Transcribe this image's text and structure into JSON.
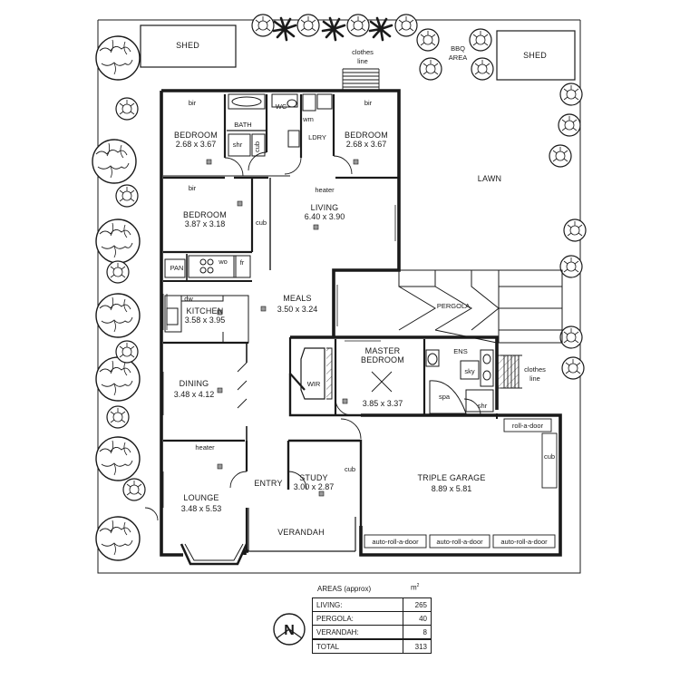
{
  "labels": {
    "shed_left": "SHED",
    "shed_right": "SHED",
    "bbq_line1": "BBQ",
    "bbq_line2": "AREA",
    "clothes_line_top_1": "clothes",
    "clothes_line_top_2": "line",
    "clothes_line_side_1": "clothes",
    "clothes_line_side_2": "line",
    "lawn": "LAWN",
    "pergola": "PERGOLA",
    "verandah": "VERANDAH",
    "entry": "ENTRY",
    "bir": "bir",
    "wc": "WC",
    "wm": "wm",
    "shr": "shr",
    "cub": "cub",
    "heater": "heater",
    "pan": "PAN",
    "wo": "wo",
    "fr": "fr",
    "dw": "dw",
    "wir": "WIR",
    "ens": "ENS",
    "sky": "sky",
    "spa": "spa",
    "roll_a_door": "roll-a-door",
    "auto_roll_a_door": "auto-roll-a-door"
  },
  "rooms": {
    "bedroom1": {
      "name": "BEDROOM",
      "dims": "2.68 x 3.67"
    },
    "bath": {
      "name": "BATH"
    },
    "ldry": {
      "name": "LDRY"
    },
    "bedroom2": {
      "name": "BEDROOM",
      "dims": "2.68 x 3.67"
    },
    "bedroom3": {
      "name": "BEDROOM",
      "dims": "3.87 x 3.18"
    },
    "living": {
      "name": "LIVING",
      "dims": "6.40 x 3.90"
    },
    "kitchen": {
      "name": "KITCHEN",
      "dims": "3.58 x 3.95"
    },
    "meals": {
      "name": "MEALS",
      "dims": "3.50 x 3.24"
    },
    "master": {
      "name_line1": "MASTER",
      "name_line2": "BEDROOM",
      "dims": "3.85 x 3.37"
    },
    "dining": {
      "name": "DINING",
      "dims": "3.48 x 4.12"
    },
    "lounge": {
      "name": "LOUNGE",
      "dims": "3.48 x 5.53"
    },
    "study": {
      "name": "STUDY",
      "dims": "3.00 x 2.87"
    },
    "garage": {
      "name": "TRIPLE GARAGE",
      "dims": "8.89 x 5.81"
    }
  },
  "areas": {
    "caption": "AREAS (approx)",
    "unit": "m",
    "unit_sup": "2",
    "rows": [
      {
        "label": "LIVING:",
        "value": "265"
      },
      {
        "label": "PERGOLA:",
        "value": "40"
      },
      {
        "label": "VERANDAH:",
        "value": "8"
      }
    ],
    "total": {
      "label": "TOTAL",
      "value": "313"
    }
  },
  "north_label": "N"
}
